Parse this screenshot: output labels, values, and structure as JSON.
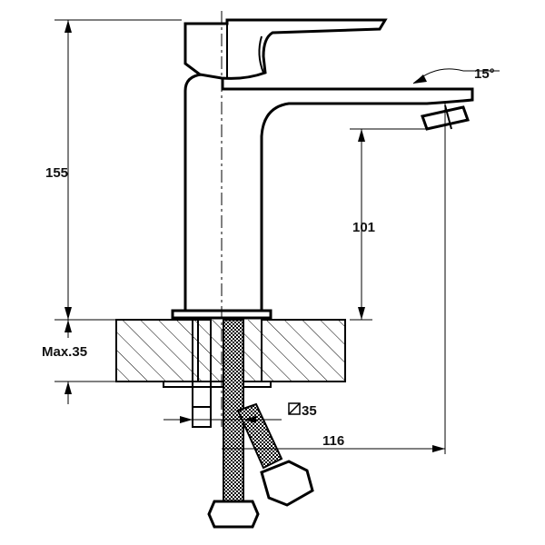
{
  "dimensions": {
    "height_total": "155",
    "spout_clearance": "101",
    "max_deck_thickness": "Max.35",
    "mount_hole_dia": "35",
    "spout_reach": "116",
    "aerator_tilt": "15°"
  },
  "symbols": {
    "hole_symbol": "square-diameter-icon"
  },
  "colors": {
    "line": "#000000",
    "background": "#ffffff"
  }
}
